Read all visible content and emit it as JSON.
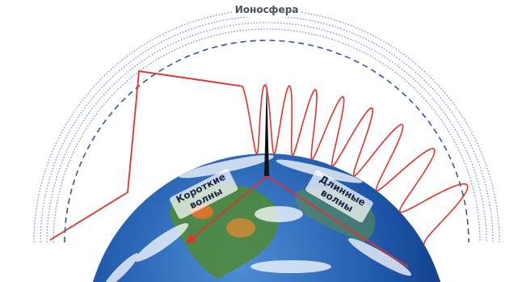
{
  "diagram": {
    "labels": [
      "Ионосфера",
      "Короткие волны",
      "Длинные волны"
    ]
  }
}
